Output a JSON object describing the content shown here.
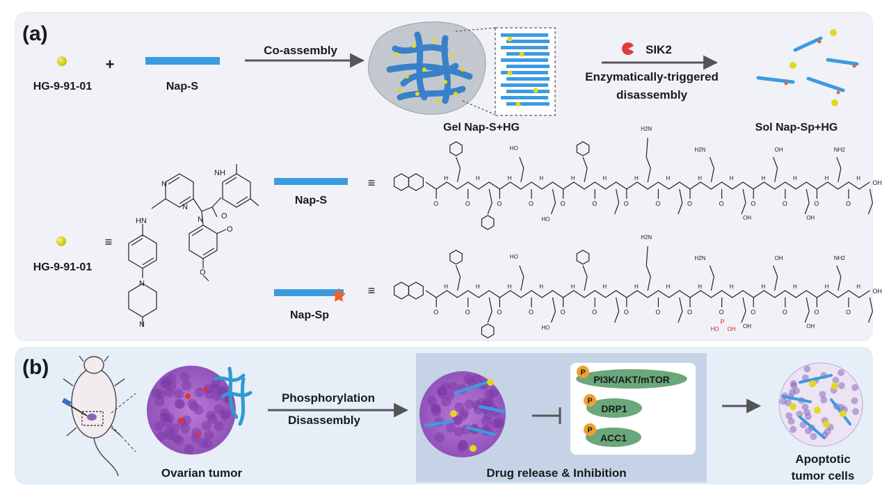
{
  "panel_a": {
    "label": "(a)",
    "drug_label": "HG-9-91-01",
    "plus": "+",
    "peptide_label": "Nap-S",
    "coassembly_label": "Co-assembly",
    "gel_label": "Gel Nap-S+HG",
    "enzyme_label": "SIK2",
    "enzymatic_line1": "Enzymatically-triggered",
    "enzymatic_line2": "disassembly",
    "sol_label": "Sol Nap-Sp+HG",
    "equiv": "≡",
    "drug_label_2": "HG-9-91-01",
    "naps_label_2": "Nap-S",
    "napsp_label": "Nap-Sp",
    "chem_atoms": {
      "oh": "OH",
      "hn": "HN",
      "nh": "NH",
      "n": "N",
      "o": "O",
      "ho": "HO",
      "h2n": "H2N",
      "nh2": "NH2",
      "p": "P",
      "h": "H"
    }
  },
  "panel_b": {
    "label": "(b)",
    "tumor_label": "Ovarian tumor",
    "phospho_line1": "Phosphorylation",
    "phospho_line2": "Disassembly",
    "release_label": "Drug release & Inhibition",
    "p_marker": "P",
    "targets": [
      "PI3K/AKT/mTOR",
      "DRP1",
      "ACC1"
    ],
    "apoptotic_line1": "Apoptotic",
    "apoptotic_line2": "tumor cells"
  },
  "colors": {
    "peptide_blue": "#3b9be0",
    "drug_yellow": "#e4d81c",
    "enzyme_red": "#e23b3b",
    "star_orange": "#e8642c",
    "target_green": "#6aa77a",
    "phospho_orange": "#f0a030",
    "tumor_purple": "#a35fc4",
    "phosphate_red": "#d62828"
  }
}
